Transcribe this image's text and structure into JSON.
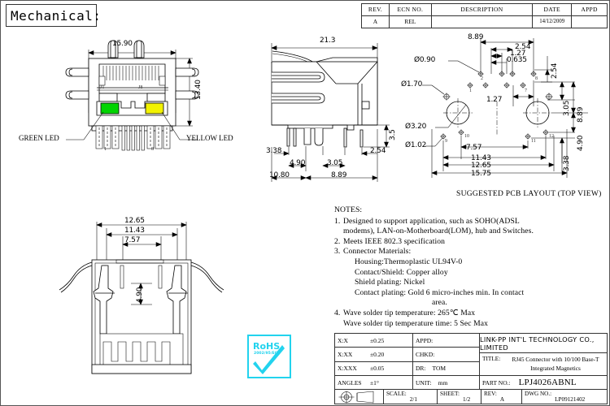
{
  "header": {
    "mechanical_label": "Mechanical:"
  },
  "revision_table": {
    "columns": [
      "REV.",
      "ECN NO.",
      "DESCRIPTION",
      "DATE",
      "APPD"
    ],
    "rows": [
      {
        "rev": "A",
        "ecn_no": "REL",
        "description": "",
        "date": "14/12/2009",
        "appd": ""
      }
    ]
  },
  "front_view": {
    "width_dim": "15.90",
    "height_dim": "13.40",
    "pin_j1": "J1",
    "pin_j8": "J8",
    "pin_1": "1",
    "pin_8": "8",
    "green_led_label": "GREEN LED",
    "yellow_led_label": "YELLOW LED",
    "green_led_color": "#00d400",
    "yellow_led_color": "#f2f200"
  },
  "side_view": {
    "overall_length": "21.3",
    "tail_height": "3.5",
    "dim_3_38": "3.38",
    "dim_4_90": "4.90",
    "dim_3_05": "3.05",
    "dim_2_54": "2.54",
    "dim_10_80": "10.80",
    "dim_8_89": "8.89"
  },
  "bottom_view": {
    "dim_12_65": "12.65",
    "dim_11_43": "11.43",
    "dim_7_57": "7.57",
    "dim_4_90": "4.90"
  },
  "pcb_layout": {
    "caption": "SUGGESTED PCB LAYOUT (TOP VIEW)",
    "dim_8_89_top": "8.89",
    "dim_2_54": "2.54",
    "dim_1_27": "1.27",
    "dim_0_635": "0.635",
    "dim_2_54_right": "2.54",
    "dim_3_05": "3.05",
    "dim_8_89_right": "8.89",
    "dim_4_90": "4.90",
    "dim_3_38": "3.38",
    "dim_1_27_mid": "1.27",
    "dim_7_57": "7.57",
    "dim_11_43": "11.43",
    "dim_12_65": "12.65",
    "dim_15_75": "15.75",
    "dia_0_90": "Ø0.90",
    "dia_1_70": "Ø1.70",
    "dia_3_20": "Ø3.20",
    "dia_1_02": "Ø1.02",
    "hole_numbers": [
      "1",
      "2",
      "7",
      "8",
      "9",
      "10",
      "11",
      "12"
    ]
  },
  "notes": {
    "heading": "NOTES:",
    "items": [
      {
        "num": "1.",
        "lines": [
          "Designed to support application, such as SOHO(ADSL",
          "modems), LAN-on-Motherboard(LOM), hub and Switches."
        ]
      },
      {
        "num": "2.",
        "lines": [
          "Meets IEEE 802.3 specification"
        ]
      },
      {
        "num": "3.",
        "lines": [
          "Connector Materials:",
          "Housing:Thermoplastic UL94V-0",
          "Contact/Shield: Copper alloy",
          "Shield plating: Nickel",
          "Contact plating: Gold 6 micro-inches min. In contact",
          "area."
        ]
      },
      {
        "num": "4.",
        "lines": [
          "Wave solder tip temperature: 265℃ Max",
          "Wave solder tip temperature time: 5 Sec Max"
        ]
      }
    ],
    "line_1_1": "Designed to support application, such as SOHO(ADSL",
    "line_1_2": "modems), LAN-on-Motherboard(LOM), hub and Switches.",
    "line_2_1": "Meets IEEE 802.3 specification",
    "line_3_1": "Connector Materials:",
    "line_3_2": "Housing:Thermoplastic UL94V-0",
    "line_3_3": "Contact/Shield: Copper alloy",
    "line_3_4": "Shield plating: Nickel",
    "line_3_5": "Contact plating: Gold 6 micro-inches min. In contact",
    "line_3_6": "area.",
    "line_4_1": "Wave solder tip temperature: 265℃ Max",
    "line_4_2": "Wave solder tip temperature time: 5 Sec Max",
    "num_1": "1.",
    "num_2": "2.",
    "num_3": "3.",
    "num_4": "4."
  },
  "rohs": {
    "name": "RoHS",
    "directive": "2002/95/EC",
    "color": "#22d3ee"
  },
  "title_block": {
    "tolerances": [
      {
        "key": "X:X",
        "value": "±0.25"
      },
      {
        "key": "X:XX",
        "value": "±0.20"
      },
      {
        "key": "X:XXX",
        "value": "±0.05"
      },
      {
        "key": "ANGLES",
        "value": "±1°"
      }
    ],
    "tol_1_key": "X:X",
    "tol_1_val": "±0.25",
    "tol_2_key": "X:XX",
    "tol_2_val": "±0.20",
    "tol_3_key": "X:XXX",
    "tol_3_val": "±0.05",
    "tol_4_key": "ANGLES",
    "tol_4_val": "±1°",
    "appd_key": "APPD:",
    "appd_val": "",
    "chkd_key": "CHKD:",
    "chkd_val": "",
    "dr_key": "DR:",
    "dr_val": "TOM",
    "unit_key": "UNIT:",
    "unit_val": "mm",
    "company": "LINK-PP INT'L TECHNOLOGY CO., LIMITED",
    "title_key": "TITLE:",
    "title_line1": "RJ45 Connector with 10/100 Base-T",
    "title_line2": "Integrated Magnetics",
    "part_key": "PART NO.:",
    "part_value": "LPJ4026ABNL",
    "scale_key": "SCALE:",
    "scale_value": "2/1",
    "sheet_key": "SHEET:",
    "sheet_value": "1/2",
    "rev_key": "REV:",
    "rev_value": "A",
    "dwg_key": "DWG NO.:",
    "dwg_value": "LP09121402"
  }
}
